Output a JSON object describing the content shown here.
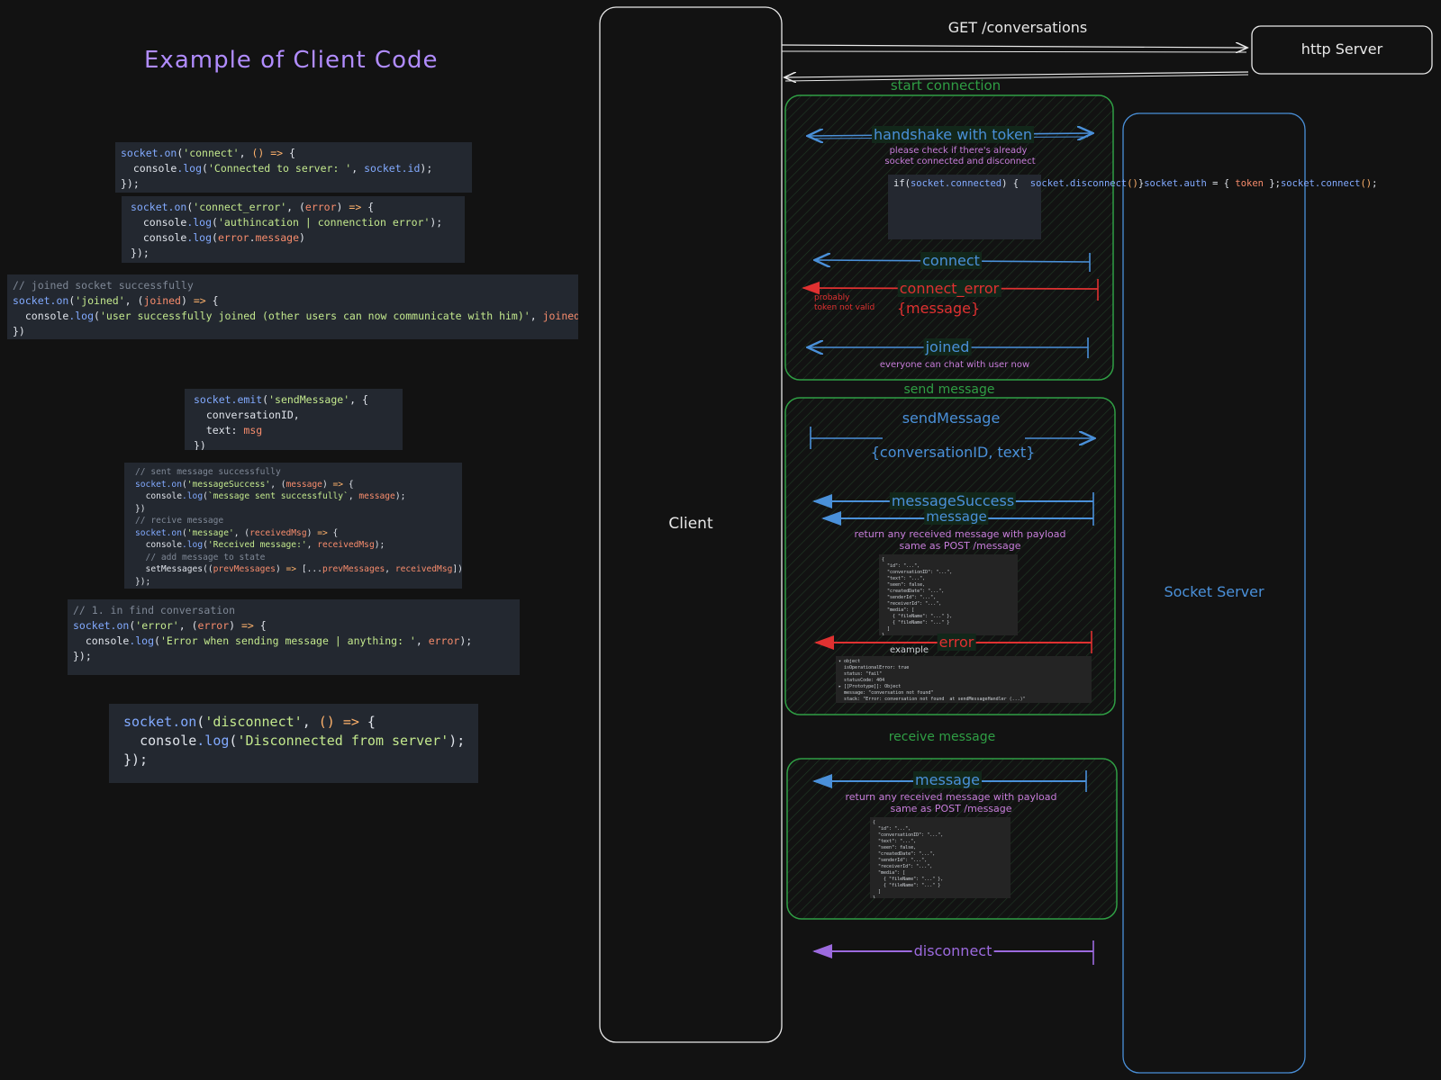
{
  "title": "Example of Client Code",
  "code_blocks": {
    "connect": [
      "socket.on('connect', () => {",
      "  console.log('Connected to server: ', socket.id);",
      "});"
    ],
    "connect_error": [
      "socket.on('connect_error', (error) => {",
      "  console.log('authincation | connenction error');",
      "  console.log(error.message)",
      "});"
    ],
    "joined": [
      "// joined socket successfully",
      "socket.on('joined', (joined) => {",
      "  console.log('user successfully joined (other users can now communicate with him)', joined);",
      "})"
    ],
    "send_message": [
      "socket.emit('sendMessage', {",
      "  conversationID,",
      "  text: msg",
      "})"
    ],
    "messages": [
      "// sent message successfully",
      "socket.on('messageSuccess', (message) => {",
      "  console.log(`message sent successfully`, message);",
      "})",
      "// recive message",
      "socket.on('message', (receivedMsg) => {",
      "  console.log('Received message:', receivedMsg);",
      "  // add message to state",
      "  setMessages((prevMessages) => [...prevMessages, receivedMsg]);",
      "});"
    ],
    "error": [
      "// 1. in find conversation",
      "socket.on('error', (error) => {",
      "  console.log('Error when sending message | anything: ', error);",
      "});"
    ],
    "disconnect": [
      "socket.on('disconnect', () => {",
      "  console.log('Disconnected from server');",
      "});"
    ]
  },
  "diagram": {
    "client_label": "Client",
    "http_server_label": "http Server",
    "socket_server_label": "Socket Server",
    "get_conversations": "GET /conversations",
    "start_connection": {
      "title": "start connection",
      "handshake": "handshake with token",
      "note": [
        "please check if there's already",
        "socket connected and disconnect"
      ],
      "snippet": [
        "if(socket.connected) {",
        "  socket.disconnect()",
        "}",
        "socket.auth = { token };",
        "socket.connect();"
      ],
      "connect": "connect",
      "connect_error": "connect_error",
      "connect_error_payload": "{message}",
      "error_note": [
        "probably",
        "token not valid"
      ],
      "joined": "joined",
      "joined_note": "everyone can chat with user now"
    },
    "send_message": {
      "title": "send message",
      "event": "sendMessage",
      "payload": "{conversationID, text}",
      "message_success": "messageSuccess",
      "message": "message",
      "note": [
        "return any received message with payload",
        "same as POST /message"
      ],
      "error": "error",
      "example_label": "example"
    },
    "receive_message": {
      "title": "receive message",
      "message": "message",
      "note": [
        "return any received message with payload",
        "same as POST /message"
      ]
    },
    "disconnect": "disconnect"
  },
  "colors": {
    "client_border": "#e8e8e8",
    "socket_border": "#4a90d9",
    "group_border": "#2f9e44",
    "arrow_blue": "#4a90d9",
    "arrow_red": "#e03131",
    "arrow_purple": "#9c6ade",
    "title_purple": "#b18cff"
  }
}
